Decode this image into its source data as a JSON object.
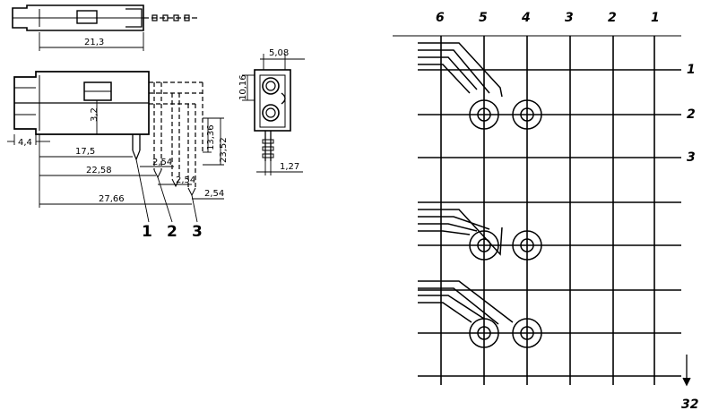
{
  "left_drawing": {
    "dimensions": {
      "top_width": "21,3",
      "pitch_width": "5,08",
      "height": "10,16",
      "pin_offset": "3,2",
      "left_offset": "4,4",
      "pin_height_1": "13,36",
      "pin_height_2": "23,52",
      "pin_thickness": "1,27",
      "row1": "17,5",
      "row2": "22,58",
      "row3": "27,66",
      "pitch_a": "2,54",
      "pitch_b": "2,54",
      "pitch_c": "2,54"
    },
    "pin_labels": [
      "1",
      "2",
      "3"
    ]
  },
  "right_drawing": {
    "column_labels": [
      "6",
      "5",
      "4",
      "3",
      "2",
      "1"
    ],
    "row_labels": [
      "1",
      "2",
      "3"
    ],
    "bottom_label": "32"
  }
}
